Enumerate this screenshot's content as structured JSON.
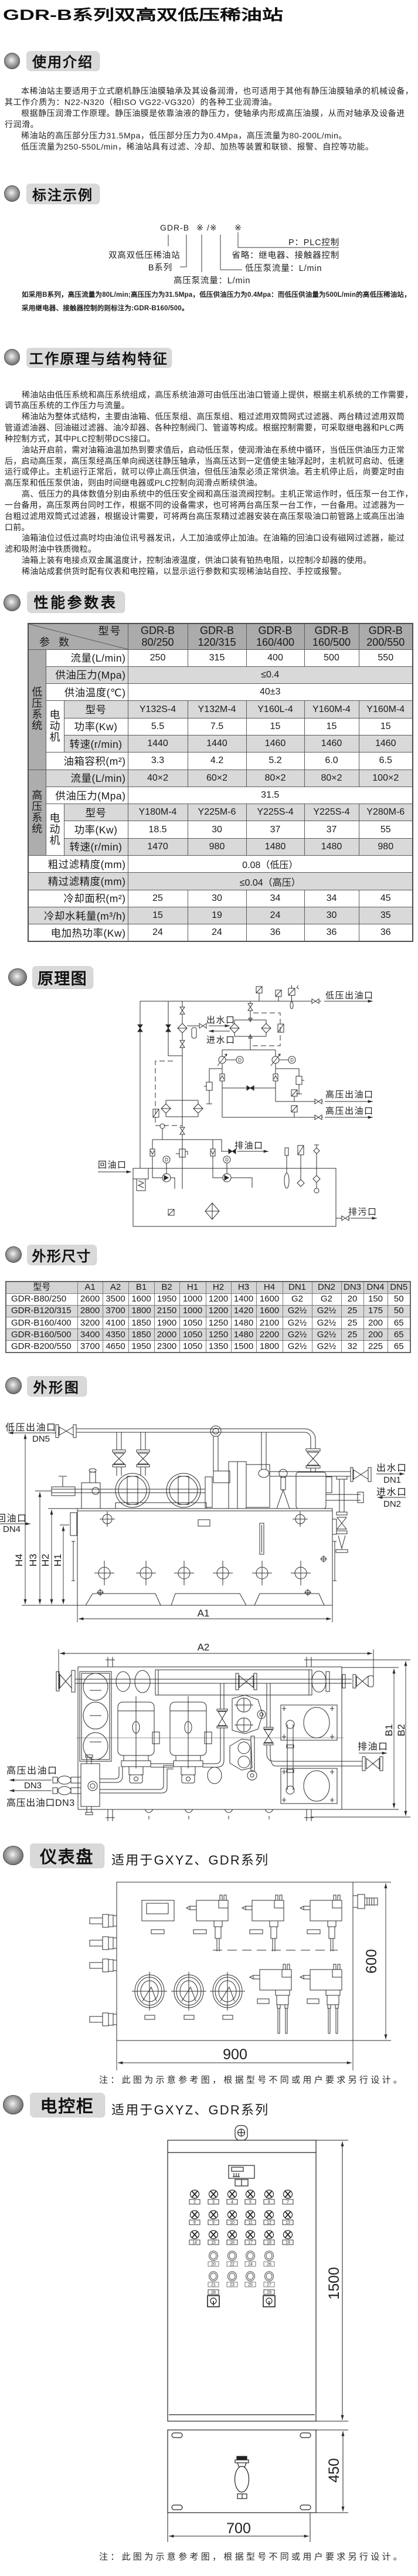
{
  "title": "GDR-B系列双高双低压稀油站",
  "intro": {
    "heading": "使用介绍",
    "paragraphs": [
      [
        "本稀油站主要适用于立式磨机静压油膜轴承及其设备润滑，也可适用于其他有静压油膜轴承的机械设备，",
        "其工作介质为：N22-N320（相ISO VG22-VG320）的各种工业润滑油。"
      ],
      [
        "根据静压润滑工作原理。静压油膜是依靠油液的静压力，使轴承内形成高压油膜，从而对轴承及设备进",
        "行润滑。"
      ],
      [
        "稀油站的高压部分压力31.5Mpa，低压部分压力为0.4Mpa，高压流量为80-200L/min。"
      ],
      [
        "低压流量为250-550L/min，稀油站具有过滤、冷却、加热等装置和联锁、报警、自控等功能。"
      ]
    ]
  },
  "designation": {
    "heading": "标注示例",
    "code": [
      "GDR-B",
      "※",
      "/※",
      "※"
    ],
    "callouts": {
      "station_type": "双高双低压稀油站",
      "series": "B系列",
      "hp_pump_flow": "高压泵流量：L/min",
      "lp_pump_flow": "低压泵流量：L/min",
      "control_plc": "P：PLC控制",
      "control_relay": "省略：继电器、接触器控制"
    },
    "example": [
      "如采用B系列，高压流量为80L/min;高压压力为31.5Mpa，低压供油压力为0.4Mpa：而低压供油量为500L/min的高低压稀油站，",
      "采用继电器、接触器控制的则标注为:GDR-B160/500。"
    ]
  },
  "principle": {
    "heading": "工作原理与结构特征",
    "paragraphs": [
      [
        "稀油站由低压系统和高压系统组成，高压系统油源可由低压出油口管道上提供，根据主机系统的工作需要，",
        "调节高压系统的工作压力与流量。"
      ],
      [
        "稀油站为整体式结构，主要由油箱、低压泵组、高压泵组、粗过滤用双筒网式过滤器、两台精过滤用双筒",
        "管道滤油器、回油磁过滤器、油冷却器、各种控制阀门、管道等构成。根据控制需要，可采取继电器和PLC两",
        "种控制方式，其中PLC控制带DCS接口。"
      ],
      [
        "油站开启前，需对油箱油温加热到要求值后，启动低压泵，使润滑油在系统中循环，当低压供油压力正常",
        "后，启动高压泵，高压泵经高压单向阀送往静压轴承，当高压达到一定值使主轴浮起时，主机就可启动、低速",
        "运行或停止。主机运行正常后，就可以停止高压供油，但低压油泵必须正常供油。若主机停止后，尚要定时由",
        "高压泵和低压泵供油，则由时间继电器或PLC控制向润滑点断续供油。"
      ],
      [
        "高、低压力的具体数值分别由系统中的低压安全阀和高压溢流阀控制。主机正常运作时，低压泵一台工作，",
        "一台备用，高压泵两台同时工作，根据不同的设备需求，也可将两台高压泵一台工作，一台备用。过滤器为一",
        "台粗过滤用双筒式过滤器，根据设计需要，可将两台高压泵精过滤器安装在高压泵吸油口前管路上或高压出油",
        "口前。"
      ],
      [
        "油箱油位过低过高时均由油位讯号器发讯，人工加油或停止加油。在油箱的回油口设有磁网过滤器，能过",
        "滤和吸附油中铁质微粒。"
      ],
      [
        "油箱上装有电接点双金属温度计，控制油液温度，供油口装有铂热电阻，以控制冷却器的使用。"
      ],
      [
        "稀油站成套供货时配有仪表和电控箱，以显示运行参数和实现稀油站自控、手控或报警。"
      ]
    ]
  },
  "performance": {
    "heading": "性能参数表",
    "corner": {
      "model_label": "型号",
      "param_label": "参 数"
    },
    "models": [
      {
        "series": "GDR-B",
        "size": "80/250"
      },
      {
        "series": "GDR-B",
        "size": "120/315"
      },
      {
        "series": "GDR-B",
        "size": "160/400"
      },
      {
        "series": "GDR-B",
        "size": "160/500"
      },
      {
        "series": "GDR-B",
        "size": "200/550"
      }
    ],
    "low_pressure": {
      "group_label": "低压系统",
      "flow": {
        "label": "流量(L/min)",
        "values": [
          "250",
          "315",
          "400",
          "500",
          "550"
        ]
      },
      "supply_pressure": {
        "label": "供油压力(Mpa)",
        "value": "≤0.4"
      },
      "supply_temperature": {
        "label": "供油温度(℃)",
        "value": "40±3"
      },
      "motor": {
        "label": "电动机",
        "model": {
          "label": "型号",
          "values": [
            "Y132S-4",
            "Y132M-4",
            "Y160L-4",
            "Y160M-4",
            "Y160M-4"
          ]
        },
        "power": {
          "label": "功率(Kw)",
          "values": [
            "5.5",
            "7.5",
            "15",
            "15",
            "15"
          ]
        },
        "speed": {
          "label": "转速(r/min)",
          "values": [
            "1440",
            "1440",
            "1460",
            "1460",
            "1460"
          ]
        }
      },
      "tank_volume": {
        "label": "油箱容积(m²)",
        "values": [
          "3.3",
          "4.2",
          "5.2",
          "6.0",
          "6.5"
        ]
      }
    },
    "high_pressure": {
      "group_label": "高压系统",
      "flow": {
        "label": "流量(L/min)",
        "values": [
          "40×2",
          "60×2",
          "80×2",
          "80×2",
          "100×2"
        ]
      },
      "supply_pressure": {
        "label": "供油压力(Mpa)",
        "value": "31.5"
      },
      "motor": {
        "label": "电动机",
        "model": {
          "label": "型号",
          "values": [
            "Y180M-4",
            "Y225M-6",
            "Y225S-4",
            "Y225S-4",
            "Y280M-6"
          ]
        },
        "power": {
          "label": "功率(Kw)",
          "values": [
            "18.5",
            "30",
            "37",
            "37",
            "55"
          ]
        },
        "speed": {
          "label": "转速(r/min)",
          "values": [
            "1470",
            "980",
            "1480",
            "1480",
            "980"
          ]
        }
      }
    },
    "coarse_filter": {
      "label": "粗过滤精度(mm)",
      "value": "0.08（低压）"
    },
    "fine_filter": {
      "label": "精过滤精度(mm)",
      "value": "≤0.04（高压）"
    },
    "cooling_area": {
      "label": "冷却面积(m²)",
      "values": [
        "25",
        "30",
        "34",
        "34",
        "45"
      ]
    },
    "cooling_water": {
      "label": "冷却水耗量(m³/h)",
      "values": [
        "15",
        "19",
        "24",
        "30",
        "35"
      ]
    },
    "heater_power": {
      "label": "电加热功率(Kw)",
      "values": [
        "24",
        "24",
        "36",
        "36",
        "36"
      ]
    }
  },
  "schematic": {
    "heading": "原理图",
    "labels": {
      "lp_outlet": "低压出油口",
      "water_out": "出水口",
      "water_in": "进水口",
      "hp_outlet_1": "高压出油口",
      "hp_outlet_2": "高压出油口",
      "oil_drain": "排油口",
      "oil_return": "回油口",
      "sewage": "排污口"
    },
    "motor_symbol": "D"
  },
  "dimensions": {
    "heading": "外形尺寸",
    "columns": [
      "型号",
      "A1",
      "A2",
      "B1",
      "B2",
      "H1",
      "H2",
      "H3",
      "H4",
      "DN1",
      "DN2",
      "DN3",
      "DN4",
      "DN5"
    ],
    "rows": [
      [
        "GDR-B80/250",
        "2600",
        "3500",
        "1600",
        "1950",
        "1000",
        "1200",
        "1400",
        "1600",
        "G2",
        "G2",
        "20",
        "150",
        "50"
      ],
      [
        "GDR-B120/315",
        "2800",
        "3700",
        "1800",
        "2150",
        "1000",
        "1200",
        "1420",
        "1600",
        "G2½",
        "G2½",
        "25",
        "175",
        "50"
      ],
      [
        "GDR-B160/400",
        "3200",
        "4100",
        "1850",
        "1900",
        "1050",
        "1250",
        "1480",
        "2100",
        "G2½",
        "G2½",
        "25",
        "200",
        "65"
      ],
      [
        "GDR-B160/500",
        "3400",
        "4350",
        "1850",
        "2000",
        "1050",
        "1250",
        "1480",
        "2200",
        "G2½",
        "G2½",
        "25",
        "200",
        "65"
      ],
      [
        "GDR-B200/550",
        "3700",
        "4650",
        "1950",
        "2300",
        "1050",
        "1350",
        "1500",
        "1800",
        "G2½",
        "G2½",
        "32",
        "225",
        "65"
      ]
    ]
  },
  "outline": {
    "heading": "外形图",
    "front_view": {
      "lp_outlet": "低压出油口",
      "lp_outlet_size": "DN5",
      "water_out": "出水口",
      "water_out_size": "DN1",
      "water_in": "进水口",
      "water_in_size": "DN2",
      "oil_return": "回油口",
      "oil_return_size": "DN4",
      "h4": "H4",
      "h3": "H3",
      "h2": "H2",
      "h1": "H1",
      "a1": "A1"
    },
    "top_view": {
      "a2": "A2",
      "b1": "B1",
      "b2": "B2",
      "oil_drain": "排油口",
      "hp_outlet": "高压出油口",
      "hp_outlet_size": "DN3",
      "hp_outlet_2": "高压出油口DN3"
    }
  },
  "instrument_panel": {
    "heading": "仪表盘",
    "subtitle": "适用于GXYZ、GDR系列",
    "width_dim": "900",
    "height_dim": "600",
    "note": "注：此图为示意参考图，根据型号不同或用户要求另行设计。"
  },
  "control_cabinet": {
    "heading": "电控柜",
    "subtitle": "适用于GXYZ、GDR系列",
    "height_dim": "1500",
    "base_height_dim": "450",
    "width_dim": "700",
    "indicator_labels": [
      "2",
      "3",
      "4",
      "5",
      "6",
      "7",
      "8",
      "9",
      "10",
      "11",
      "12",
      "13",
      "14",
      "15",
      "16",
      "17",
      "18",
      "19"
    ],
    "button_labels": [
      "20",
      "22",
      "24",
      "26",
      "21",
      "23",
      "25",
      "27"
    ],
    "switch_labels": [
      "28",
      "29"
    ],
    "note": "注：此图为示意参考图，根据型号不同或用户要求另行设计。"
  }
}
